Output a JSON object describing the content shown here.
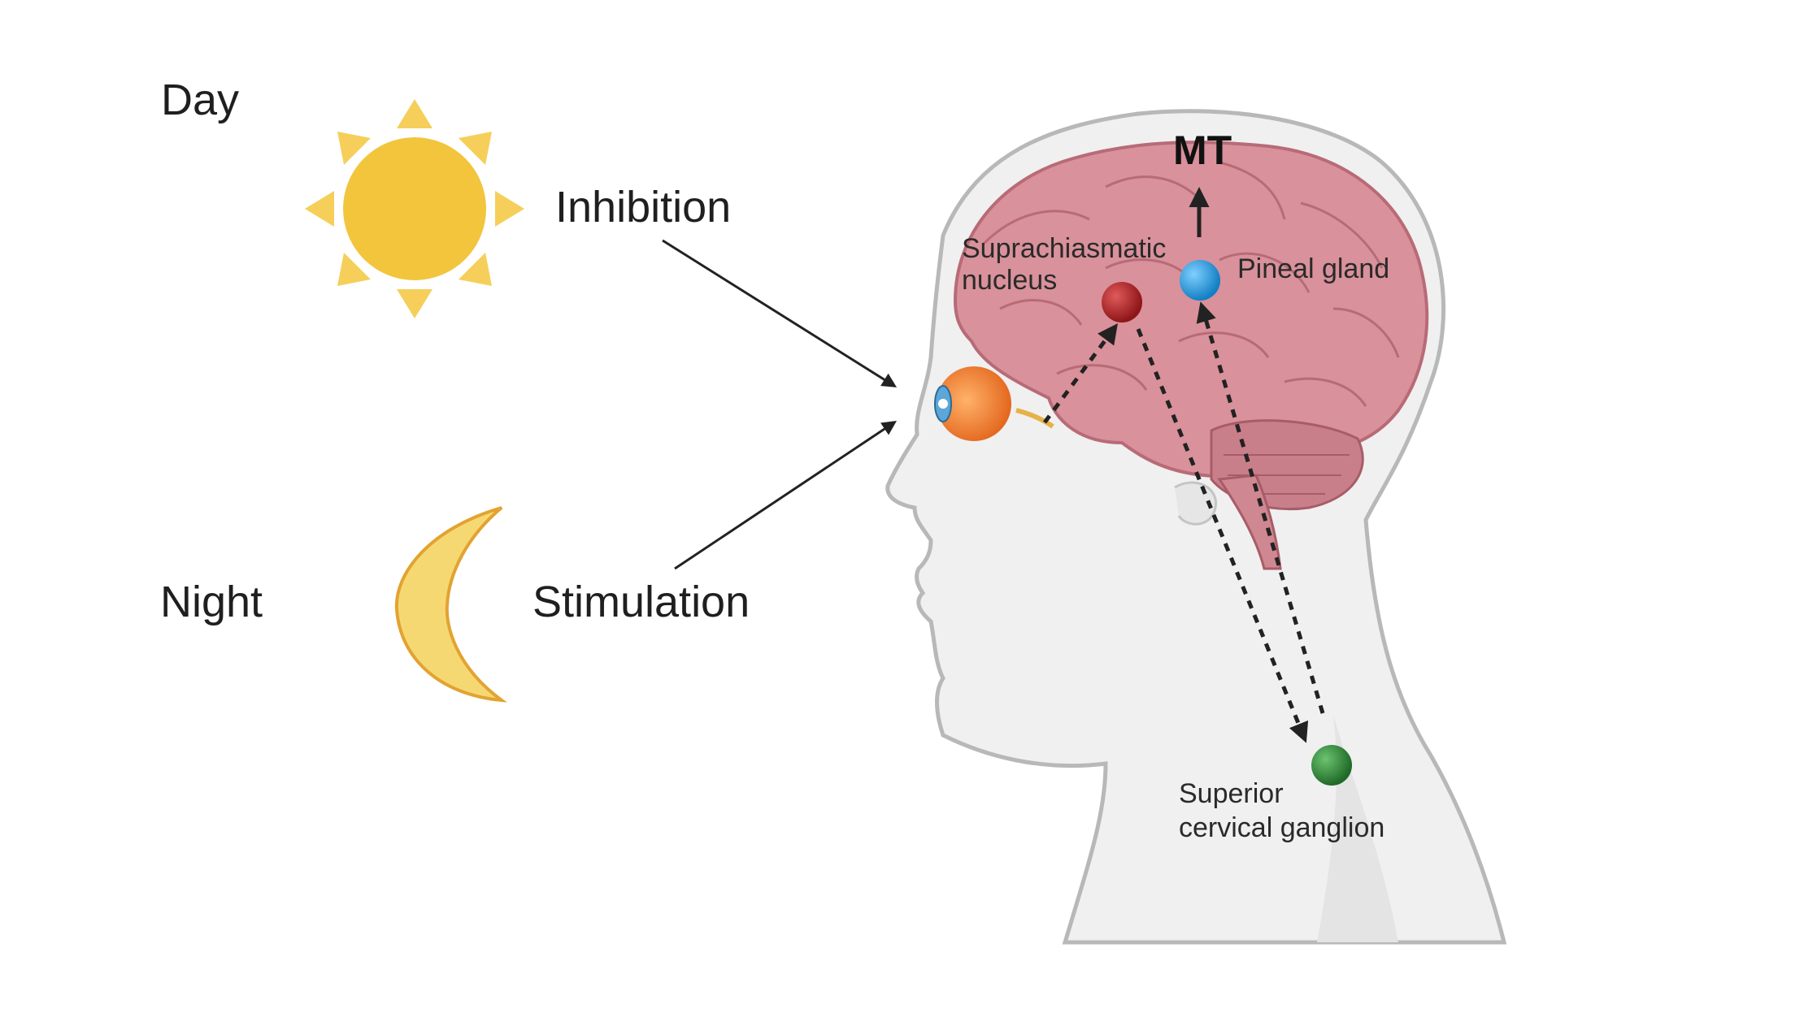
{
  "labels": {
    "day": "Day",
    "night": "Night",
    "inhibition": "Inhibition",
    "stimulation": "Stimulation",
    "mt": "MT",
    "scn_line1": "Suprachiasmatic",
    "scn_line2": "nucleus",
    "pineal": "Pineal gland",
    "scg_line1": "Superior",
    "scg_line2": "cervical ganglion"
  },
  "colors": {
    "sun": "#f2c53d",
    "sun_rays": "#f5cf5a",
    "moon_fill": "#f6d873",
    "moon_outline": "#e2a332",
    "head_fill": "#f0f0f0",
    "head_outline": "#b8b8b8",
    "brain": "#d9919b",
    "brain_dark": "#b86b77",
    "eye": "#f07f2e",
    "scn_node": "#b3262a",
    "pineal_node": "#1e9be0",
    "scg_node": "#2f8a3a",
    "arrow": "#222222"
  }
}
